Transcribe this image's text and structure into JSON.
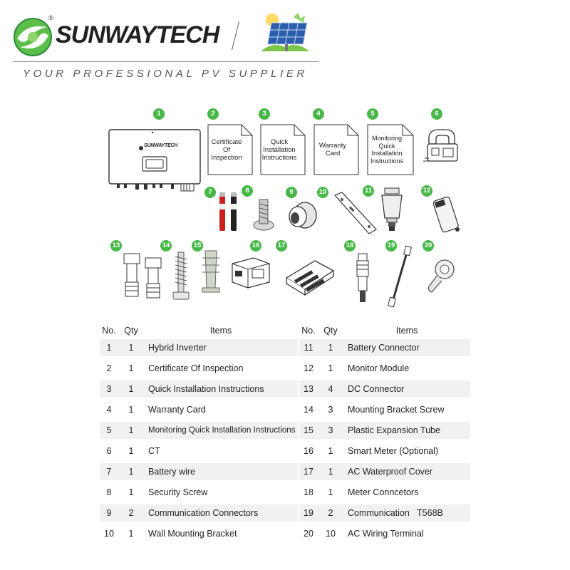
{
  "header": {
    "brand": "SUNWAYTECH",
    "registered": "®",
    "tagline": "YOUR PROFESSIONAL PV SUPPLIER"
  },
  "inverter": {
    "brand": "SUNWAYTECH"
  },
  "badges": [
    "1",
    "2",
    "3",
    "4",
    "5",
    "6",
    "7",
    "8",
    "9",
    "10",
    "11",
    "12",
    "13",
    "14",
    "15",
    "16",
    "17",
    "18",
    "19",
    "20"
  ],
  "documents": {
    "d2": [
      "Certificate",
      "Of Inspection"
    ],
    "d3": [
      "Quick",
      "Installation",
      "Instructions"
    ],
    "d4": [
      "Warranty",
      "Card"
    ],
    "d5": [
      "Monitoring",
      "Quick",
      "Installation",
      "Instructions"
    ]
  },
  "table": {
    "headers": {
      "no": "No.",
      "qty": "Qty",
      "items": "Items"
    },
    "left": [
      {
        "no": "1",
        "qty": "1",
        "item": "Hybrid Inverter"
      },
      {
        "no": "2",
        "qty": "1",
        "item": "Certificate Of Inspection"
      },
      {
        "no": "3",
        "qty": "1",
        "item": "Quick Installation Instructions"
      },
      {
        "no": "4",
        "qty": "1",
        "item": "Warranty Card"
      },
      {
        "no": "5",
        "qty": "1",
        "item": "Monitoring Quick Installation Instructions"
      },
      {
        "no": "6",
        "qty": "1",
        "item": "CT"
      },
      {
        "no": "7",
        "qty": "1",
        "item": "Battery wire"
      },
      {
        "no": "8",
        "qty": "1",
        "item": "Security Screw"
      },
      {
        "no": "9",
        "qty": "2",
        "item": "Communication Connectors"
      },
      {
        "no": "10",
        "qty": "1",
        "item": "Wall Mounting Bracket"
      }
    ],
    "right": [
      {
        "no": "11",
        "qty": "1",
        "item": "Battery Connector"
      },
      {
        "no": "12",
        "qty": "1",
        "item": "Monitor Module"
      },
      {
        "no": "13",
        "qty": "4",
        "item": "DC Connector"
      },
      {
        "no": "14",
        "qty": "3",
        "item": "Mounting Bracket Screw"
      },
      {
        "no": "15",
        "qty": "3",
        "item": "Plastic Expansion Tube"
      },
      {
        "no": "16",
        "qty": "1",
        "item": "Smart Meter (Optional)"
      },
      {
        "no": "17",
        "qty": "1",
        "item": "AC Waterproof Cover"
      },
      {
        "no": "18",
        "qty": "1",
        "item": "Meter Conncetors"
      },
      {
        "no": "19",
        "qty": "2",
        "item": "Communication   T568B"
      },
      {
        "no": "20",
        "qty": "10",
        "item": "AC Wiring Terminal"
      }
    ]
  },
  "colors": {
    "accent_green": "#47b848",
    "dark_green": "#2e8b3a",
    "text": "#222222",
    "row_shade": "#f1f1f1"
  }
}
